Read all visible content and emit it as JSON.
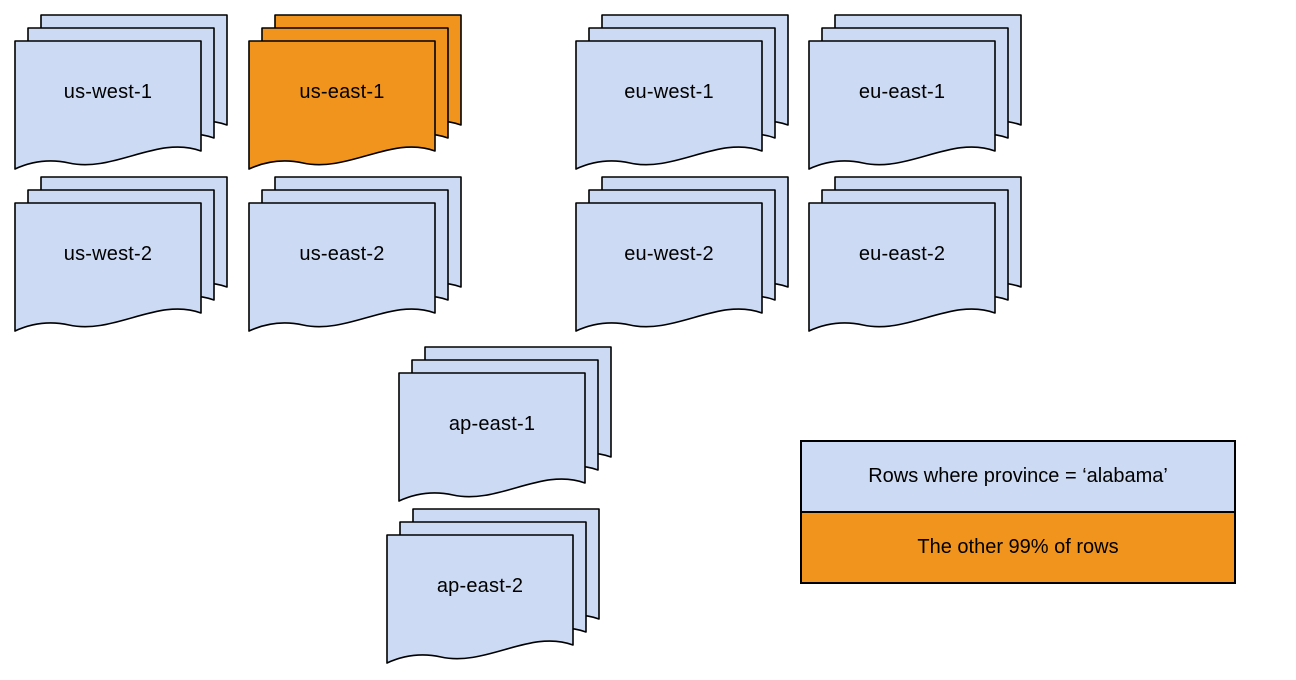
{
  "diagram": {
    "stacks": [
      {
        "label": "us-west-1",
        "color": "blue"
      },
      {
        "label": "us-east-1",
        "color": "orange"
      },
      {
        "label": "eu-west-1",
        "color": "blue"
      },
      {
        "label": "eu-east-1",
        "color": "blue"
      },
      {
        "label": "us-west-2",
        "color": "blue"
      },
      {
        "label": "us-east-2",
        "color": "blue"
      },
      {
        "label": "eu-west-2",
        "color": "blue"
      },
      {
        "label": "eu-east-2",
        "color": "blue"
      },
      {
        "label": "ap-east-1",
        "color": "blue"
      },
      {
        "label": "ap-east-2",
        "color": "blue"
      }
    ],
    "legend": {
      "items": [
        {
          "label": "Rows where province = ‘alabama’",
          "color": "blue"
        },
        {
          "label": "The other 99% of rows",
          "color": "orange"
        }
      ]
    },
    "colors": {
      "blue": "#ccdaf3",
      "orange": "#f0941e",
      "border": "#000000",
      "background": "#ffffff"
    }
  }
}
